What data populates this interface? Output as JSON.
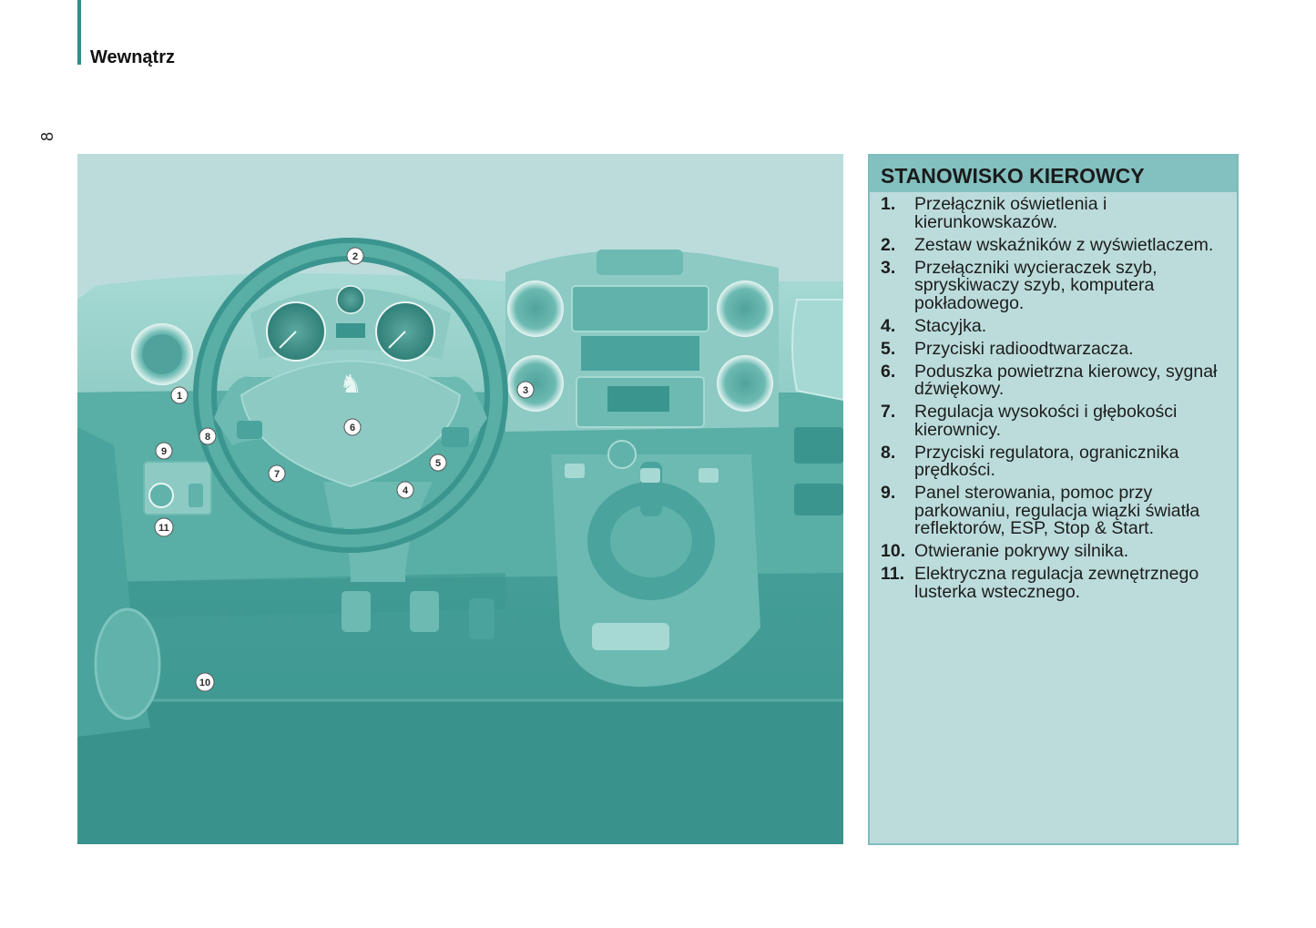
{
  "header": {
    "section_title": "Wewnątrz",
    "page_number": "8"
  },
  "illustration": {
    "callouts": [
      "1",
      "2",
      "3",
      "4",
      "5",
      "6",
      "7",
      "8",
      "9",
      "10",
      "11"
    ]
  },
  "panel": {
    "title": "STANOWISKO KIEROWCY",
    "items": [
      {
        "num": "1.",
        "text": "Przełącznik oświetlenia i kierunkowskazów."
      },
      {
        "num": "2.",
        "text": "Zestaw wskaźników z wyświetlaczem."
      },
      {
        "num": "3.",
        "text": "Przełączniki wycieraczek szyb, spryskiwaczy szyb, komputera pokładowego."
      },
      {
        "num": "4.",
        "text": "Stacyjka."
      },
      {
        "num": "5.",
        "text": "Przyciski radioodtwarzacza."
      },
      {
        "num": "6.",
        "text": "Poduszka powietrzna kierowcy, sygnał dźwiękowy."
      },
      {
        "num": "7.",
        "text": "Regulacja wysokości i głębokości kierownicy."
      },
      {
        "num": "8.",
        "text": "Przyciski regulatora, ogranicznika prędkości."
      },
      {
        "num": "9.",
        "text": "Panel sterowania, pomoc przy parkowaniu, regulacja wiązki światła reflektorów, ESP, Stop & Start."
      },
      {
        "num": "10.",
        "text": "Otwieranie pokrywy silnika."
      },
      {
        "num": "11.",
        "text": "Elektryczna regulacja zewnętrznego lusterka wstecznego."
      }
    ]
  },
  "colors": {
    "teal_dark": "#3b958f",
    "teal_mid": "#5fb3ab",
    "teal_light": "#a6d9d3",
    "panel_bg": "#bcdcdc",
    "panel_header": "#83c0c0",
    "accent_bar": "#2f8f88"
  }
}
